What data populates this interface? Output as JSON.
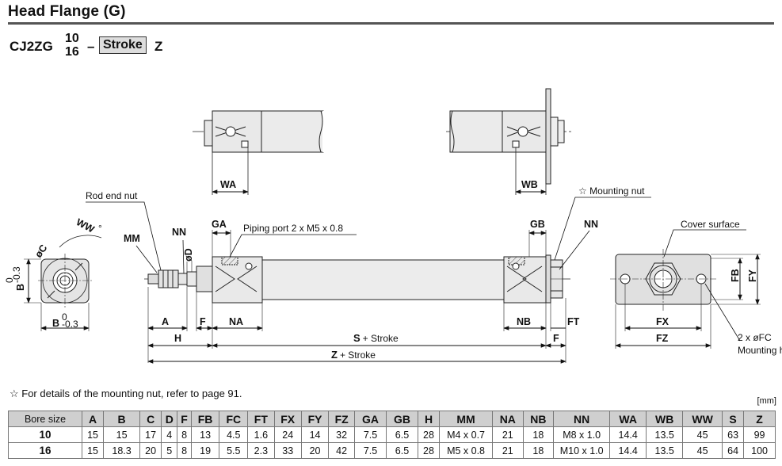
{
  "heading": {
    "title": "Head Flange (G)"
  },
  "model": {
    "prefix": "CJ2ZG",
    "bore_top": "10",
    "bore_bottom": "16",
    "dash": "–",
    "stroke_box": "Stroke",
    "suffix": "Z"
  },
  "labels": {
    "ww": "WW",
    "deg": "°",
    "phi_c": "øC",
    "b_side": "B",
    "b_bottom": "B",
    "tol_top": "0",
    "tol_bottom": "-0.3",
    "rod_end_nut": "Rod end nut",
    "mm": "MM",
    "nn_left": "NN",
    "phi_d": "øD",
    "ga": "GA",
    "piping_port": "Piping port 2 x M5 x 0.8",
    "gb": "GB",
    "mounting_nut": "☆ Mounting nut",
    "nn_right": "NN",
    "cover_surface": "Cover surface",
    "wa": "WA",
    "wb": "WB",
    "a": "A",
    "f_left": "F",
    "na": "NA",
    "nb": "NB",
    "ft": "FT",
    "h": "H",
    "s_stroke_s": "S",
    "s_stroke_t": "+ Stroke",
    "f_right": "F",
    "z_stroke_z": "Z",
    "z_stroke_t": "+ Stroke",
    "fx": "FX",
    "fz": "FZ",
    "fb": "FB",
    "fy": "FY",
    "fc_hole": "2 x øFC",
    "mounting_hole": "Mounting hole"
  },
  "note": "☆ For details of the mounting nut, refer to page 91.",
  "unit": "[mm]",
  "table": {
    "headers": [
      "Bore size",
      "A",
      "B",
      "C",
      "D",
      "F",
      "FB",
      "FC",
      "FT",
      "FX",
      "FY",
      "FZ",
      "GA",
      "GB",
      "H",
      "MM",
      "NA",
      "NB",
      "NN",
      "WA",
      "WB",
      "WW",
      "S",
      "Z"
    ],
    "rows": [
      [
        "10",
        "15",
        "15",
        "17",
        "4",
        "8",
        "13",
        "4.5",
        "1.6",
        "24",
        "14",
        "32",
        "7.5",
        "6.5",
        "28",
        "M4 x 0.7",
        "21",
        "18",
        "M8 x 1.0",
        "14.4",
        "13.5",
        "45",
        "63",
        "99"
      ],
      [
        "16",
        "15",
        "18.3",
        "20",
        "5",
        "8",
        "19",
        "5.5",
        "2.3",
        "33",
        "20",
        "42",
        "7.5",
        "6.5",
        "28",
        "M5 x 0.8",
        "21",
        "18",
        "M10 x 1.0",
        "14.4",
        "13.5",
        "45",
        "64",
        "100"
      ]
    ]
  }
}
